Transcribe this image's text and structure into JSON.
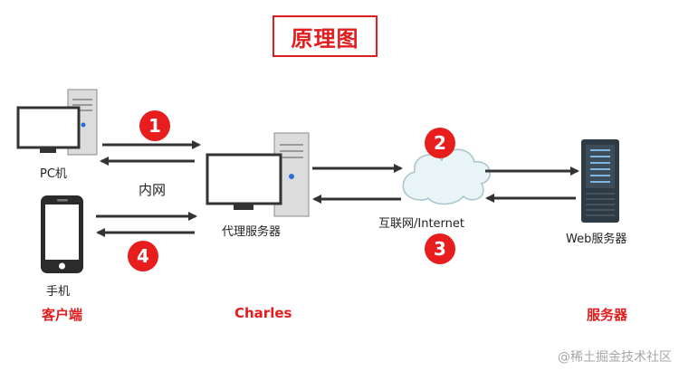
{
  "title": "原理图",
  "labels": {
    "pc": "PC机",
    "phone": "手机",
    "intranet": "内网",
    "proxy": "代理服务器",
    "internet": "互联网/Internet",
    "web_server": "Web服务器"
  },
  "sections": {
    "client": "客户端",
    "charles": "Charles",
    "server": "服务器"
  },
  "steps": [
    "1",
    "2",
    "3",
    "4"
  ],
  "watermark": "@稀土掘金技术社区",
  "colors": {
    "accent_red": "#e21d1d",
    "arrow": "#333333",
    "cloud_fill": "#e9f4f7",
    "cloud_stroke": "#a7c4cc",
    "server_dark": "#2f3b44"
  },
  "icons": [
    "pc-icon",
    "phone-icon",
    "proxy-server-icon",
    "cloud-icon",
    "web-server-icon"
  ]
}
